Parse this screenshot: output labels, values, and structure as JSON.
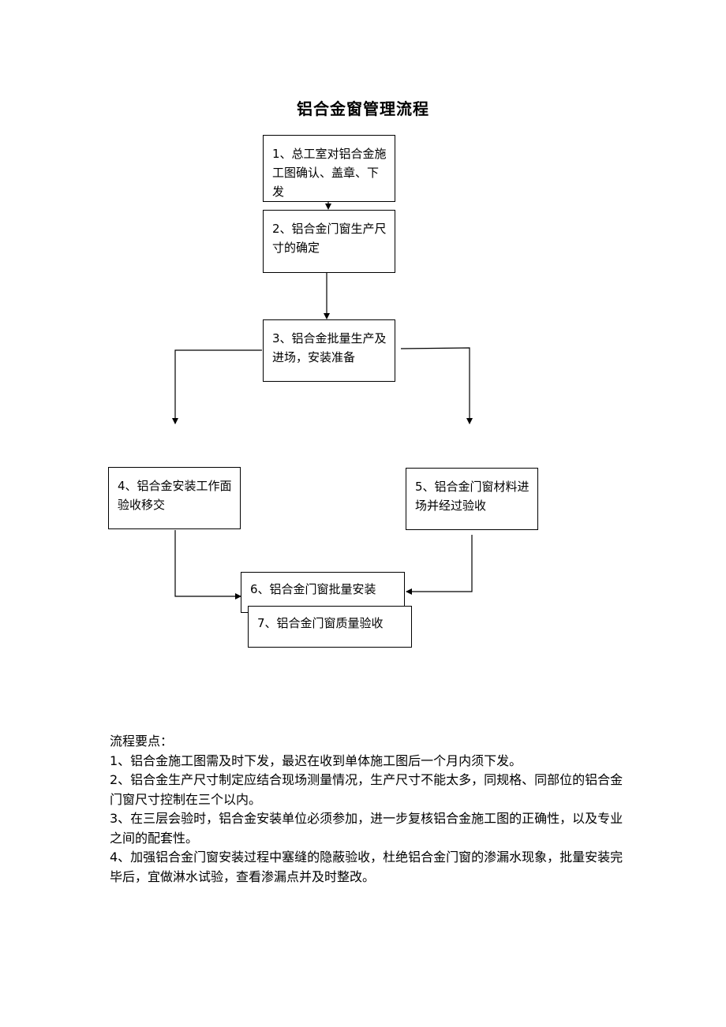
{
  "title": "铝合金窗管理流程",
  "steps": [
    {
      "id": "1",
      "text": "1、总工室对铝合金施工图确认、盖章、下发"
    },
    {
      "id": "2",
      "text": "2、铝合金门窗生产尺寸的确定"
    },
    {
      "id": "3",
      "text": "3、铝合金批量生产及进场，安装准备"
    },
    {
      "id": "4",
      "text": "4、铝合金安装工作面验收移交"
    },
    {
      "id": "5",
      "text": "5、铝合金门窗材料进场并经过验收"
    },
    {
      "id": "6",
      "text": "6、铝合金门窗批量安装"
    },
    {
      "id": "7",
      "text": "7、铝合金门窗质量验收"
    }
  ],
  "notes": {
    "heading": "流程要点：",
    "items": [
      "1、铝合金施工图需及时下发，最迟在收到单体施工图后一个月内须下发。",
      "2、铝合金生产尺寸制定应结合现场测量情况，生产尺寸不能太多，同规格、同部位的铝合金门窗尺寸控制在三个以内。",
      "3、在三层会验时，铝合金安装单位必须参加，进一步复核铝合金施工图的正确性，以及专业之间的配套性。",
      "4、加强铝合金门窗安装过程中塞缝的隐蔽验收，杜绝铝合金门窗的渗漏水现象，批量安装完毕后，宜做淋水试验，查看渗漏点并及时整改。"
    ]
  }
}
